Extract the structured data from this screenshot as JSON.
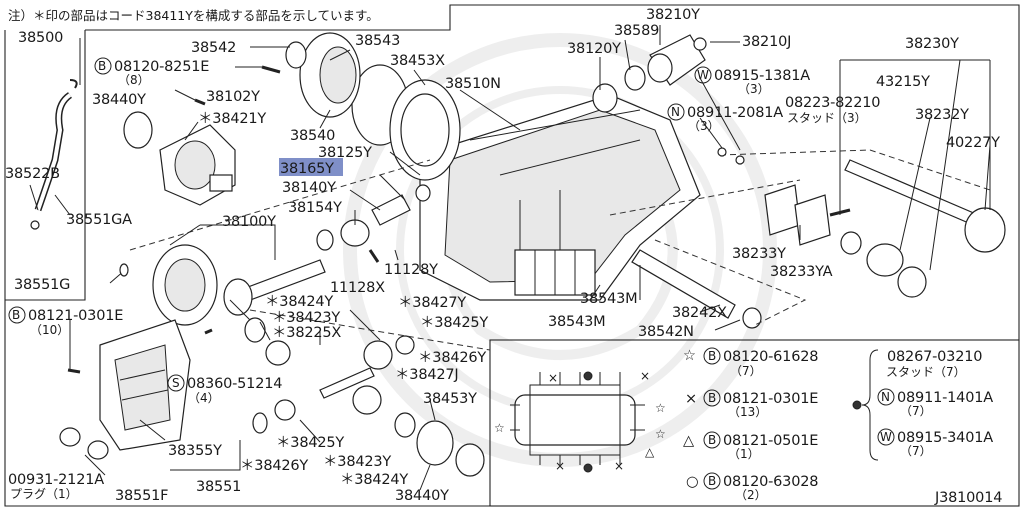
{
  "header_note": "注）＊印の部品はコード38411Yを構成する部品を示しています。",
  "diagram_id": "J3810014",
  "highlight_color": "#7f8fc8",
  "labels": {
    "p38500": "38500",
    "p38542": "38542",
    "p38543": "38543",
    "p38453X": "38453X",
    "p38510N": "38510N",
    "p38589": "38589",
    "p38210Y": "38210Y",
    "p38120Y": "38120Y",
    "p38210J": "38210J",
    "p38230Y": "38230Y",
    "b08120_8251E": "08120-8251E",
    "q8": "（8）",
    "p38102Y": "38102Y",
    "p38440Y_top": "38440Y",
    "p38421Y": "＊38421Y",
    "p38540": "38540",
    "p38125Y": "38125Y",
    "p38165Y": "38165Y",
    "p38140Y": "38140Y",
    "p38154Y": "38154Y",
    "w08915_1381A": "08915-1381A",
    "q3a": "（3）",
    "n08911_2081A": "08911-2081A",
    "q3b": "（3）",
    "p08223_82210": "08223-82210",
    "stud3": "スタッド（3）",
    "p43215Y": "43215Y",
    "p38232Y": "38232Y",
    "p40227Y": "40227Y",
    "p38522B": "38522B",
    "p38551GA": "38551GA",
    "p38100Y": "38100Y",
    "p38551G": "38551G",
    "p11128Y": "11128Y",
    "p11128X": "11128X",
    "p38233Y": "38233Y",
    "p38233YA": "38233YA",
    "b08121_0301E": "08121-0301E",
    "q10": "（10）",
    "p38424Y_a": "＊38424Y",
    "p38423Y_a": "＊38423Y",
    "p38225X": "＊38225X",
    "p38427Y": "＊38427Y",
    "p38425Y_a": "＊38425Y",
    "p38543M_a": "38543M",
    "p38543M_b": "38543M",
    "p38242X": "38242X",
    "p38542N": "38542N",
    "s08360_51214": "08360-51214",
    "q4": "（4）",
    "p38426Y_a": "＊38426Y",
    "p38427J": "＊38427J",
    "p38453Y": "38453Y",
    "p38355Y": "38355Y",
    "p38425Y_b": "＊38425Y",
    "p38426Y_b": "＊38426Y",
    "p38423Y_b": "＊38423Y",
    "p00931_2121A": "00931-2121A",
    "plug1": "プラグ（1）",
    "p38551": "38551",
    "p38551F": "38551F",
    "p38424Y_b": "＊38424Y",
    "p38440Y_b": "38440Y"
  },
  "legend": {
    "star": {
      "symbol": "☆",
      "part": "08120-61628",
      "qty": "（7）"
    },
    "cross": {
      "symbol": "×",
      "part": "08121-0301E",
      "qty": "（13）"
    },
    "triangle": {
      "symbol": "△",
      "part": "08121-0501E",
      "qty": "（1）"
    },
    "circle": {
      "symbol": "○",
      "part": "08120-63028",
      "qty": "（2）"
    },
    "dot_group": {
      "stud": "08267-03210",
      "stud_qty": "スタッド（7）",
      "nut": "08911-1401A",
      "nut_qty": "（7）",
      "washer": "08915-3401A",
      "washer_qty": "（7）"
    },
    "prefix_b": "B",
    "prefix_n": "N",
    "prefix_w": "W",
    "prefix_s": "S"
  }
}
